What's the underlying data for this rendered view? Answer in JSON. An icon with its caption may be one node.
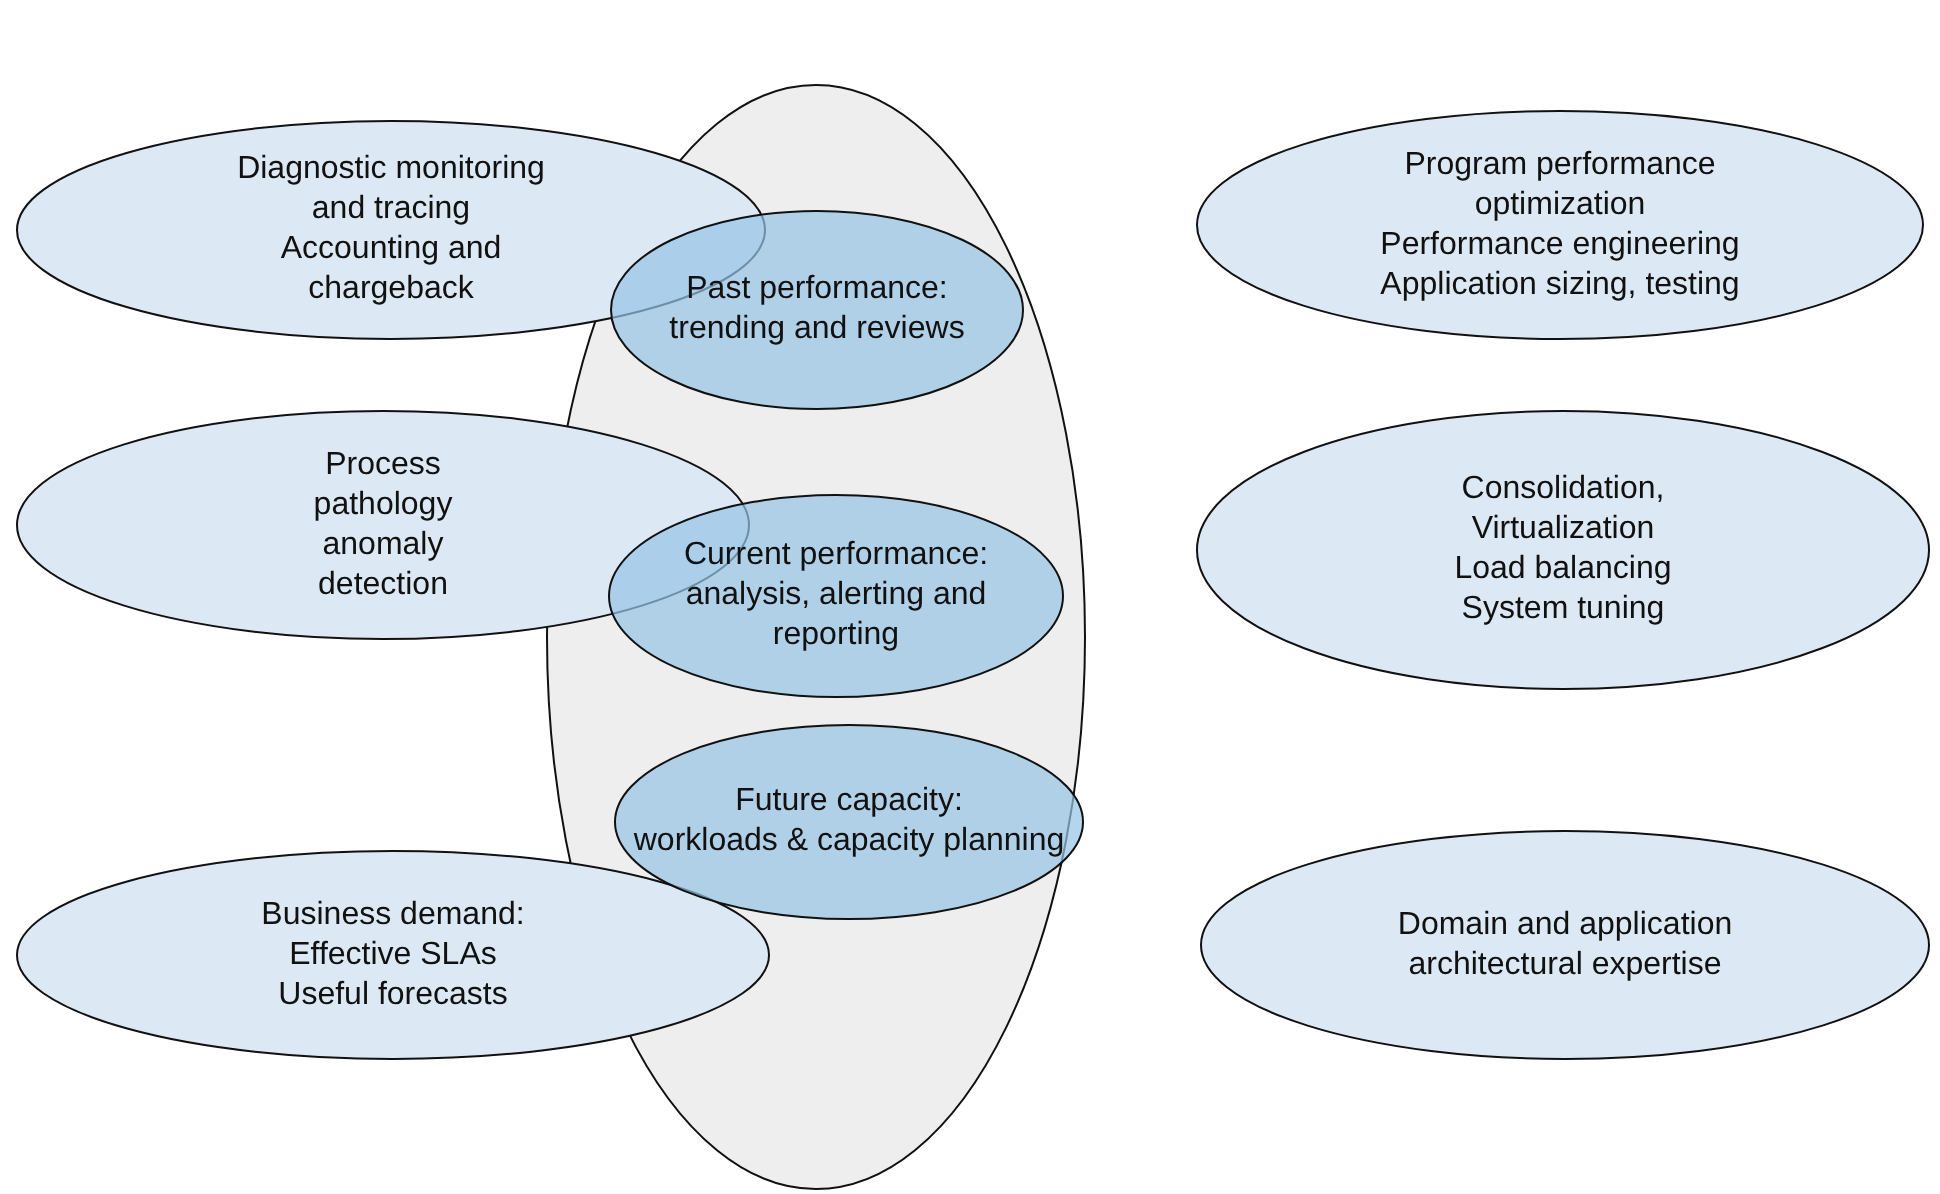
{
  "diagram": {
    "nodes": [
      {
        "text": [],
        "shape": "circle"
      },
      {
        "text": [
          "Diagnostic monitoring and tracing",
          "Accounting and chargeback"
        ]
      },
      {
        "text": [
          "Program performance optimization",
          "Performance engineering",
          "Application sizing, testing"
        ]
      },
      {
        "text": [
          "Past performance:",
          "trending and reviews"
        ],
        "in": 0
      },
      {
        "text": [
          "Process pathology anomaly detection"
        ]
      },
      {
        "text": [
          "Current performance:",
          "analysis, alerting and reporting"
        ],
        "in": 0
      },
      {
        "text": [
          "Consolidation, Virtualization",
          "Load balancing",
          "System tuning"
        ]
      },
      {
        "text": [
          "Future capacity:",
          "workloads & capacity planning"
        ],
        "in": 0
      },
      {
        "text": [
          "Business demand:",
          "Effective SLAs",
          "Useful forecasts"
        ]
      },
      {
        "text": [
          "Domain and application architectural expertise"
        ]
      }
    ]
  }
}
